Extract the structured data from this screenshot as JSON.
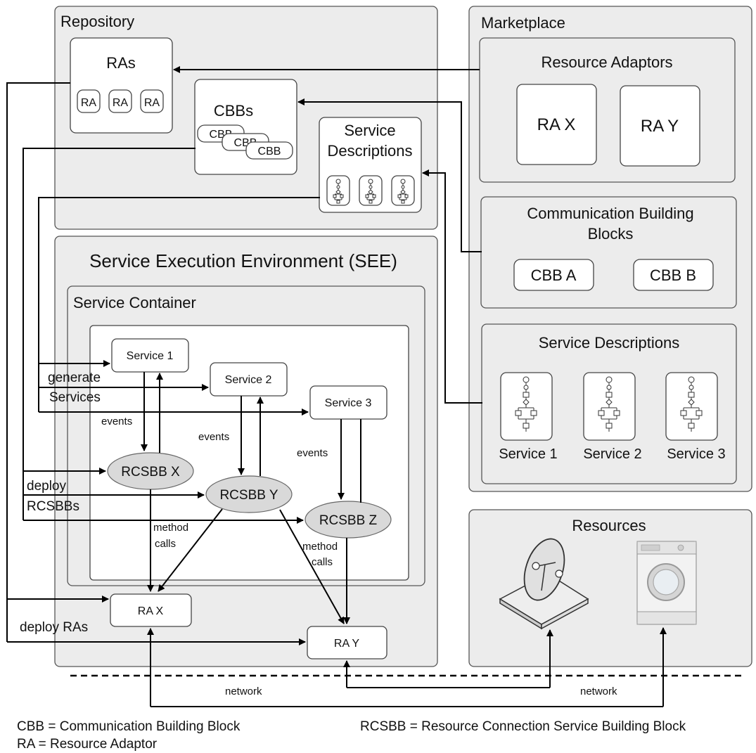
{
  "repository": {
    "title": "Repository",
    "ras": {
      "title": "RAs",
      "items": [
        "RA",
        "RA",
        "RA"
      ]
    },
    "cbbs": {
      "title": "CBBs",
      "items": [
        "CBB",
        "CBB",
        "CBB"
      ]
    },
    "service_descriptions": {
      "line1": "Service",
      "line2": "Descriptions"
    }
  },
  "marketplace": {
    "title": "Marketplace",
    "resource_adaptors": {
      "title": "Resource Adaptors",
      "items": [
        "RA X",
        "RA Y"
      ]
    },
    "cbb": {
      "title_line1": "Communication Building",
      "title_line2": "Blocks",
      "items": [
        "CBB A",
        "CBB B"
      ]
    },
    "service_descriptions": {
      "title": "Service Descriptions",
      "items": [
        "Service 1",
        "Service 2",
        "Service 3"
      ]
    }
  },
  "see": {
    "title": "Service Execution Environment (SEE)",
    "container_title": "Service Container",
    "services": [
      "Service 1",
      "Service 2",
      "Service 3"
    ],
    "rcsbbs": [
      "RCSBB X",
      "RCSBB Y",
      "RCSBB Z"
    ],
    "ras": [
      "RA X",
      "RA Y"
    ]
  },
  "resources": {
    "title": "Resources"
  },
  "labels": {
    "generate": "generate",
    "services": "Services",
    "deploy": "deploy",
    "rcsbbs": "RCSBBs",
    "deploy_ras": "deploy RAs",
    "events": "events",
    "method": "method",
    "calls": "calls",
    "network": "network"
  },
  "legend": {
    "cbb": "CBB = Communication Building Block",
    "ra": "RA = Resource Adaptor",
    "rcsbb": "RCSBB = Resource Connection Service Building Block"
  }
}
